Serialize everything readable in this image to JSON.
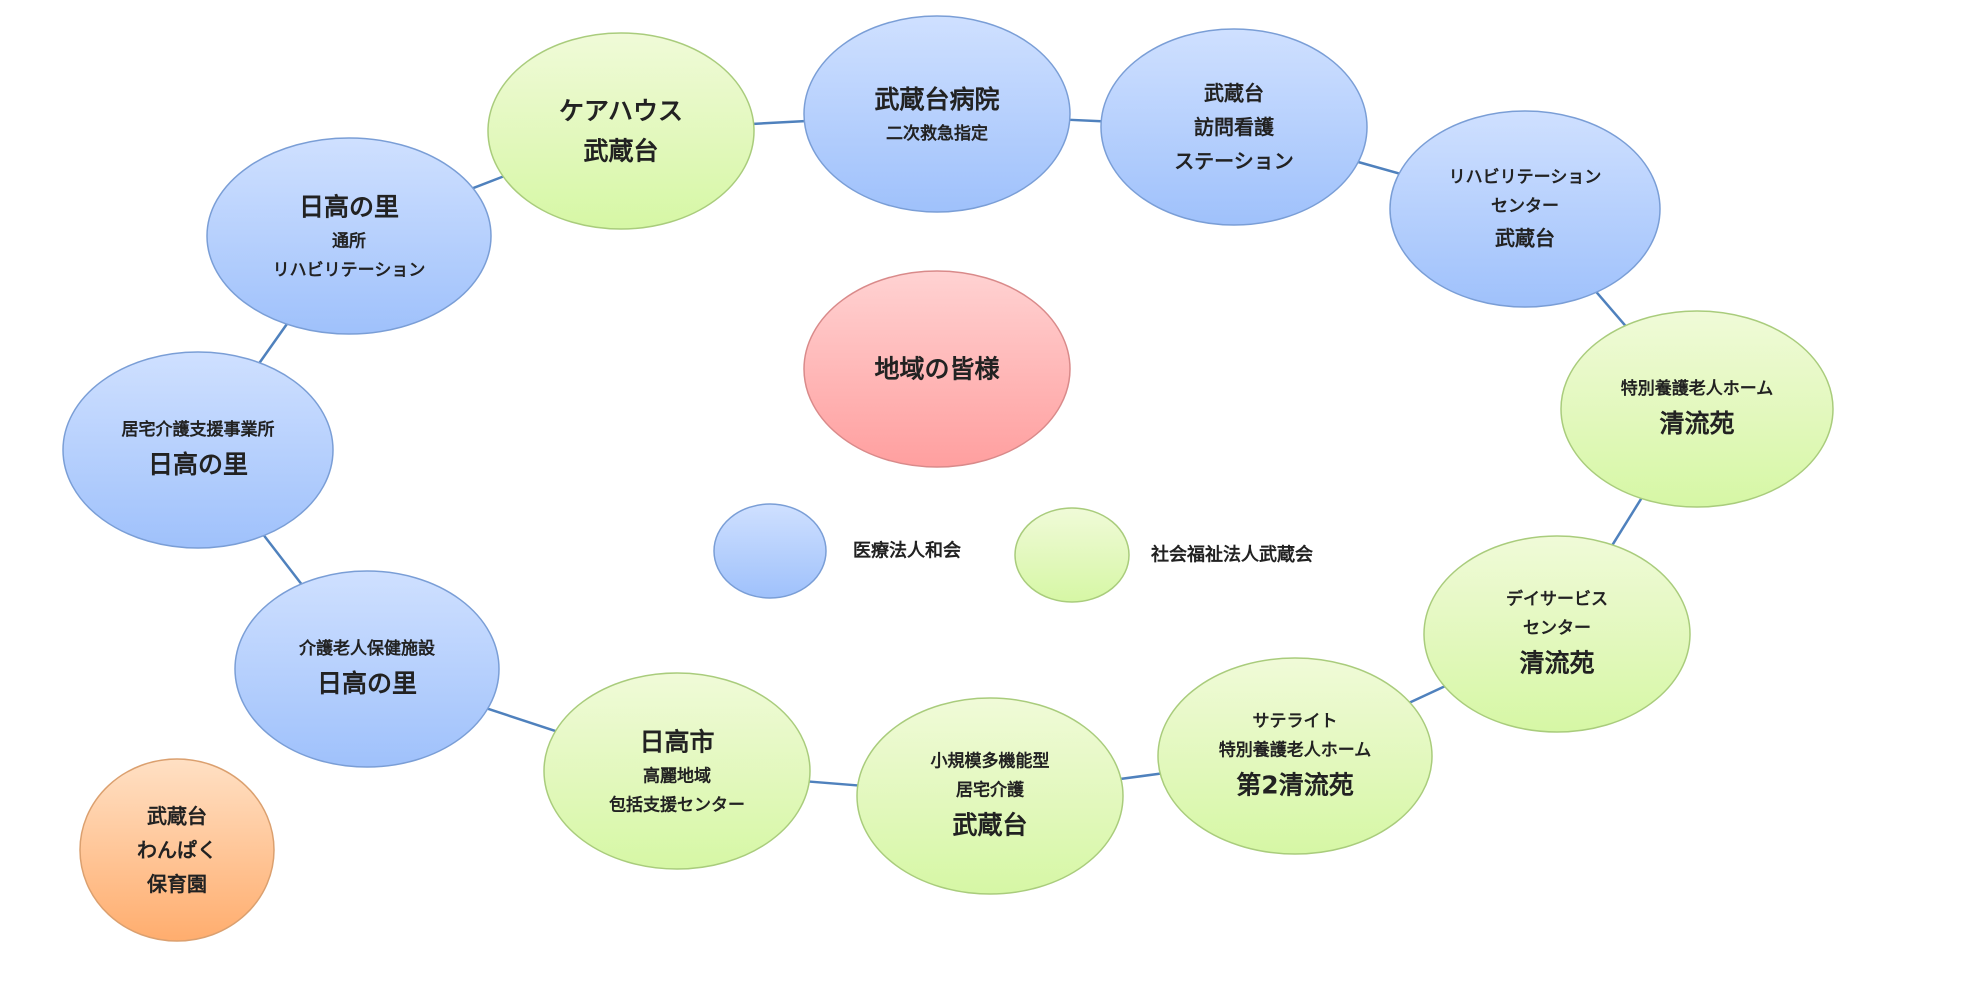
{
  "colors": {
    "blue_top": "#cfe0ff",
    "blue_bottom": "#9fc1fb",
    "blue_stroke": "#7a9ed6",
    "green_top": "#f0fad8",
    "green_bottom": "#d6f7a5",
    "green_stroke": "#a9cc7c",
    "red_top": "#ffd2d2",
    "red_bottom": "#ff9f9f",
    "red_stroke": "#d98a8a",
    "orange_top": "#ffe0c4",
    "orange_bottom": "#ffad6e",
    "orange_stroke": "#dba06f",
    "connector": "#4f81bd"
  },
  "center": {
    "name": "center-node-community",
    "kind": "red",
    "lines": [
      {
        "text": "地域の皆様",
        "size": "lg"
      }
    ]
  },
  "nodes": [
    {
      "name": "node-musashidai-hospital",
      "kind": "blue",
      "lines": [
        {
          "text": "武蔵台病院",
          "size": "lg"
        },
        {
          "text": "二次救急指定",
          "size": "sm"
        }
      ]
    },
    {
      "name": "node-musashidai-visiting-nursing",
      "kind": "blue",
      "lines": [
        {
          "text": "武蔵台",
          "size": "md"
        },
        {
          "text": "訪問看護",
          "size": "md"
        },
        {
          "text": "ステーション",
          "size": "md"
        }
      ]
    },
    {
      "name": "node-rehabilitation-center",
      "kind": "blue",
      "lines": [
        {
          "text": "リハビリテーション",
          "size": "sm"
        },
        {
          "text": "センター",
          "size": "sm"
        },
        {
          "text": "武蔵台",
          "size": "md"
        }
      ]
    },
    {
      "name": "node-special-nursing-home-seiryuen",
      "kind": "green",
      "lines": [
        {
          "text": "特別養護老人ホーム",
          "size": "sm"
        },
        {
          "text": "清流苑",
          "size": "lg"
        }
      ]
    },
    {
      "name": "node-day-service-seiryuen",
      "kind": "green",
      "lines": [
        {
          "text": "デイサービス",
          "size": "sm"
        },
        {
          "text": "センター",
          "size": "sm"
        },
        {
          "text": "清流苑",
          "size": "lg"
        }
      ]
    },
    {
      "name": "node-satellite-seiryuen-2",
      "kind": "green",
      "lines": [
        {
          "text": "サテライト",
          "size": "sm"
        },
        {
          "text": "特別養護老人ホーム",
          "size": "sm"
        },
        {
          "text": "第2清流苑",
          "size": "lg"
        }
      ]
    },
    {
      "name": "node-small-multifunction-musashidai",
      "kind": "green",
      "lines": [
        {
          "text": "小規模多機能型",
          "size": "sm"
        },
        {
          "text": "居宅介護",
          "size": "sm"
        },
        {
          "text": "武蔵台",
          "size": "lg"
        }
      ]
    },
    {
      "name": "node-hidaka-city-support-center",
      "kind": "green",
      "lines": [
        {
          "text": "日高市",
          "size": "lg"
        },
        {
          "text": "高麗地域",
          "size": "sm"
        },
        {
          "text": "包括支援センター",
          "size": "sm"
        }
      ]
    },
    {
      "name": "node-elderly-care-facility-hidaka",
      "kind": "blue",
      "lines": [
        {
          "text": "介護老人保健施設",
          "size": "sm"
        },
        {
          "text": "日高の里",
          "size": "lg"
        }
      ]
    },
    {
      "name": "node-home-care-support-hidaka",
      "kind": "blue",
      "lines": [
        {
          "text": "居宅介護支援事業所",
          "size": "sm"
        },
        {
          "text": "日高の里",
          "size": "lg"
        }
      ]
    },
    {
      "name": "node-hidaka-day-rehabilitation",
      "kind": "blue",
      "lines": [
        {
          "text": "日高の里",
          "size": "lg"
        },
        {
          "text": "通所",
          "size": "sm"
        },
        {
          "text": "リハビリテーション",
          "size": "sm"
        }
      ]
    },
    {
      "name": "node-care-house-musashidai",
      "kind": "green",
      "lines": [
        {
          "text": "ケアハウス",
          "size": "lg"
        },
        {
          "text": "武蔵台",
          "size": "lg"
        }
      ]
    }
  ],
  "standalone": {
    "name": "node-musashidai-wanpaku-nursery",
    "kind": "orange",
    "lines": [
      {
        "text": "武蔵台",
        "size": "md"
      },
      {
        "text": "わんぱく",
        "size": "md"
      },
      {
        "text": "保育園",
        "size": "md"
      }
    ]
  },
  "legend": [
    {
      "name": "legend-medical-corporation",
      "kind": "blue",
      "label": "医療法人和会"
    },
    {
      "name": "legend-social-welfare-corporation",
      "kind": "green",
      "label": "社会福祉法人武蔵会"
    }
  ]
}
